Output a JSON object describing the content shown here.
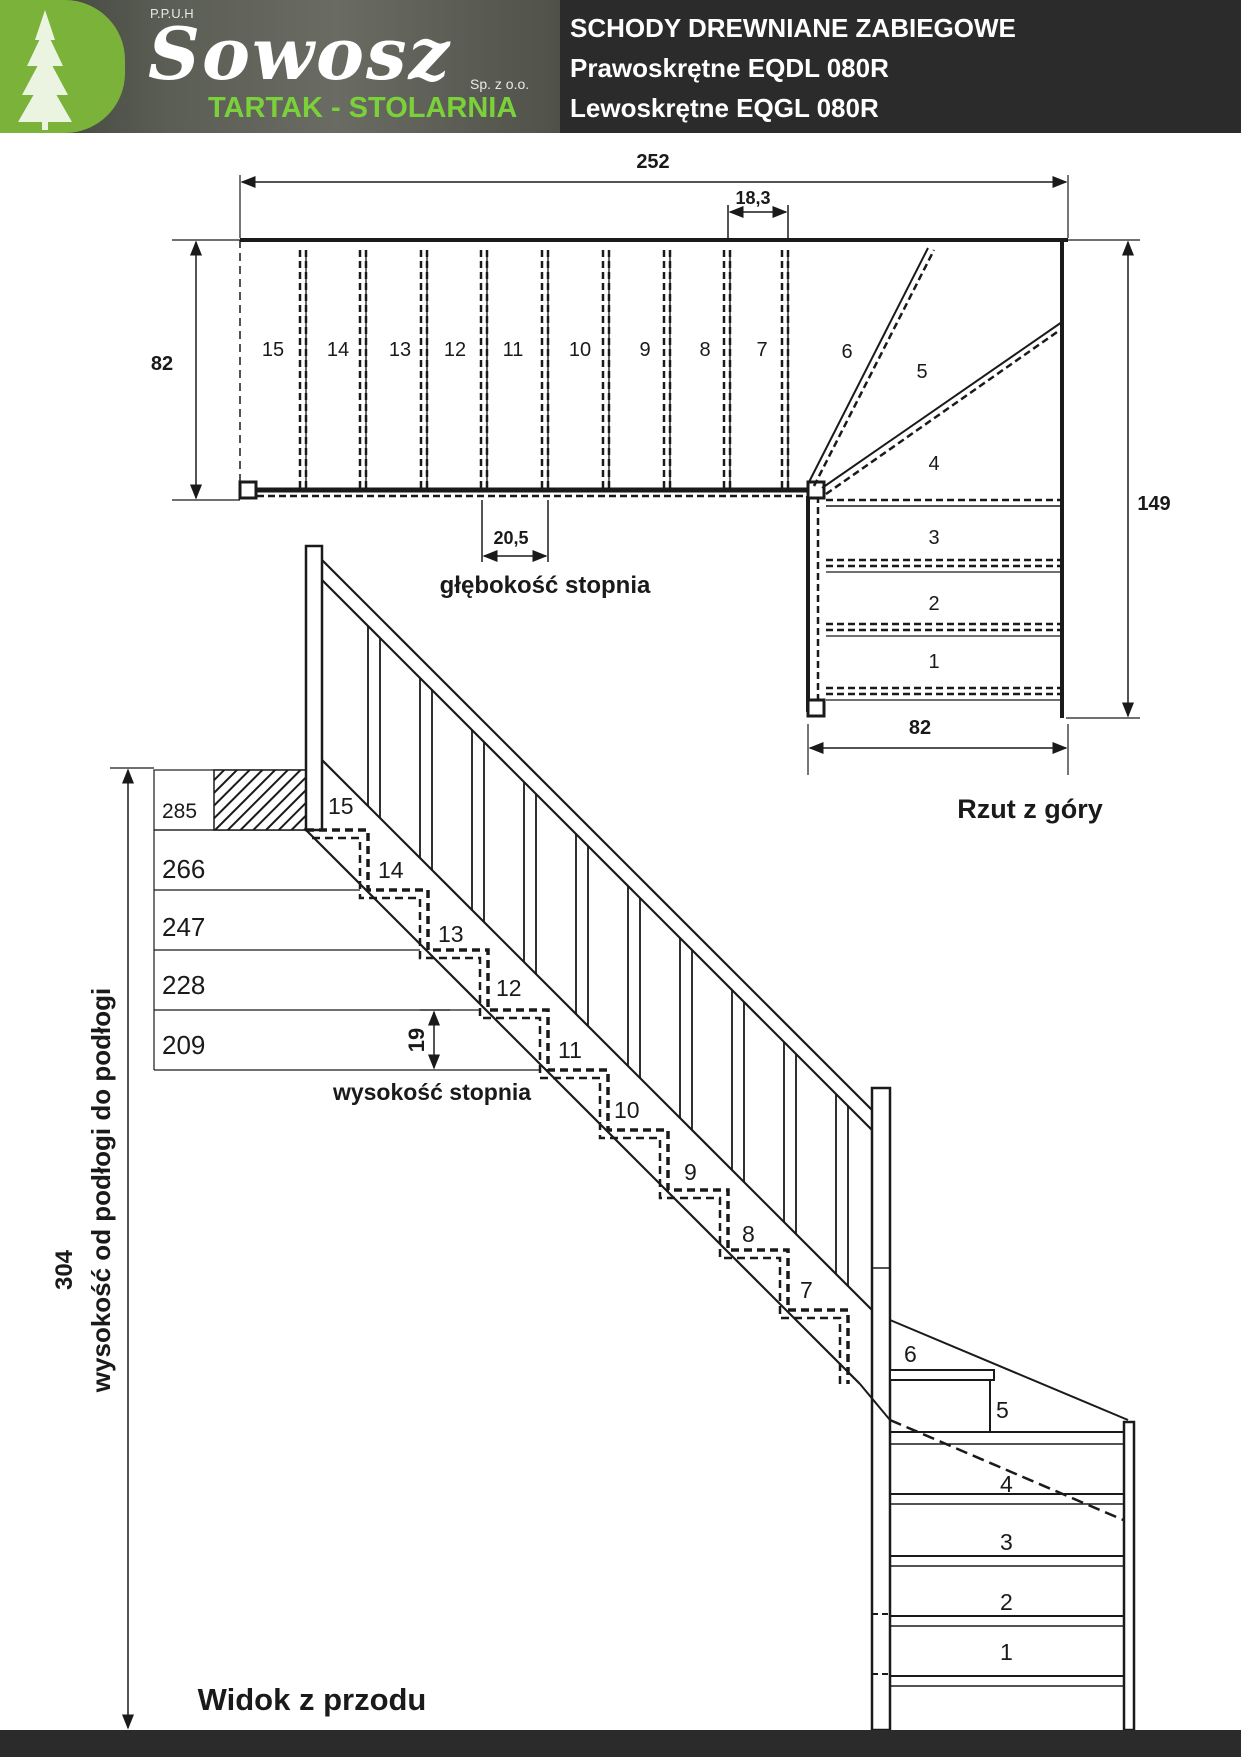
{
  "header": {
    "company_prefix": "P.P.U.H",
    "brand": "Sowosz",
    "company_suffix": "Sp. z o.o.",
    "tagline": "TARTAK - STOLARNIA",
    "title_line1": "SCHODY DREWNIANE ZABIEGOWE",
    "title_line2": "Prawoskrętne EQDL 080R",
    "title_line3": "Lewoskrętne EQGL 080R"
  },
  "top_view": {
    "label": "Rzut z góry",
    "total_width": "252",
    "step_width": "18,3",
    "flight_width_top": "82",
    "flight_width_bottom": "82",
    "total_depth": "149",
    "step_depth": "20,5",
    "step_depth_label": "głębokość stopnia",
    "upper_steps": [
      "15",
      "14",
      "13",
      "12",
      "11",
      "10",
      "9",
      "8",
      "7"
    ],
    "winder_steps": [
      "6",
      "5",
      "4"
    ],
    "lower_steps": [
      "3",
      "2",
      "1"
    ]
  },
  "front_view": {
    "label": "Widok z przodu",
    "total_height": "304",
    "total_height_label": "wysokość od podłogi do podłogi",
    "step_height": "19",
    "step_height_label": "wysokość stopnia",
    "heights": [
      "285",
      "266",
      "247",
      "228",
      "209"
    ],
    "upper_steps": [
      "15",
      "14",
      "13",
      "12",
      "11",
      "10",
      "9",
      "8",
      "7"
    ],
    "winder_steps": [
      "6",
      "5",
      "4"
    ],
    "lower_steps": [
      "3",
      "2",
      "1"
    ]
  },
  "colors": {
    "header_bg": "#2b2b2b",
    "logo_green": "#7bb23a",
    "tagline_green": "#7bd13a",
    "line": "#1a1a1a"
  }
}
